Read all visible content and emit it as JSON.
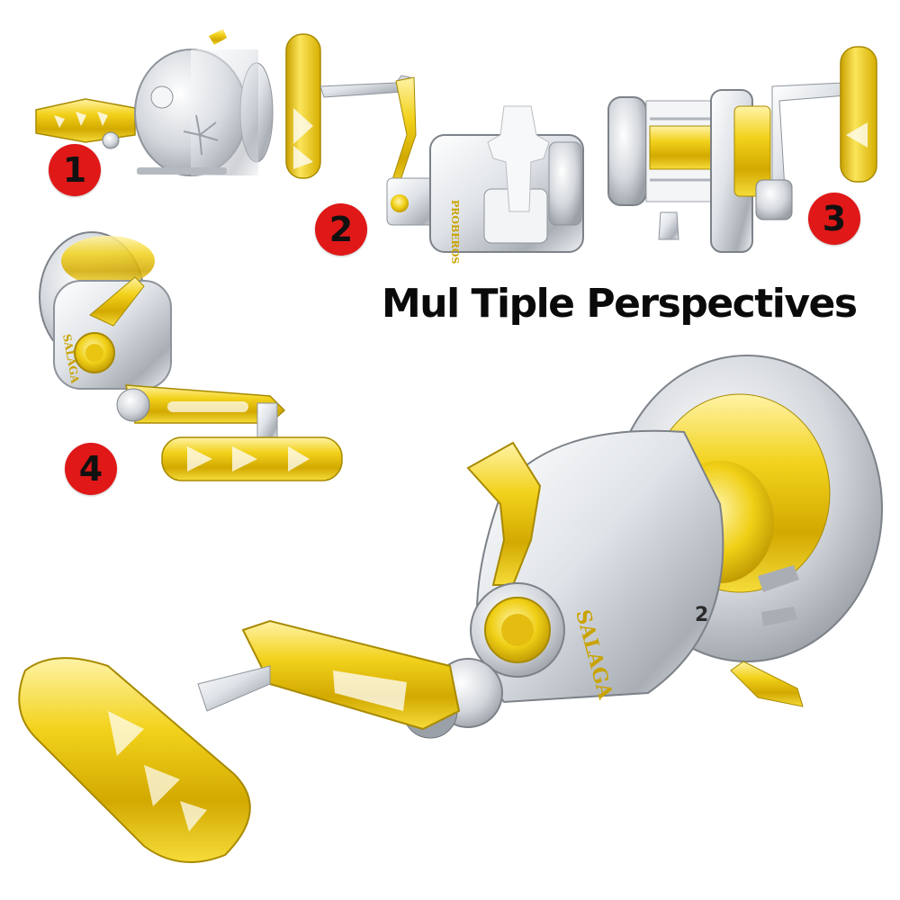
{
  "headline": "Mul Tiple Perspectives",
  "badges": [
    "1",
    "2",
    "3",
    "4"
  ],
  "product_marks": {
    "view2_brand": "PROBEROS",
    "view4_brand": "SALAGA",
    "main_brand": "SALAGA",
    "main_gear_mark": "2"
  },
  "colors": {
    "gold": "#e6c20e",
    "gold_dark": "#a88a00",
    "silver": "#d9dde2",
    "silver_dark": "#8e949b",
    "badge_red": "#e01818"
  }
}
